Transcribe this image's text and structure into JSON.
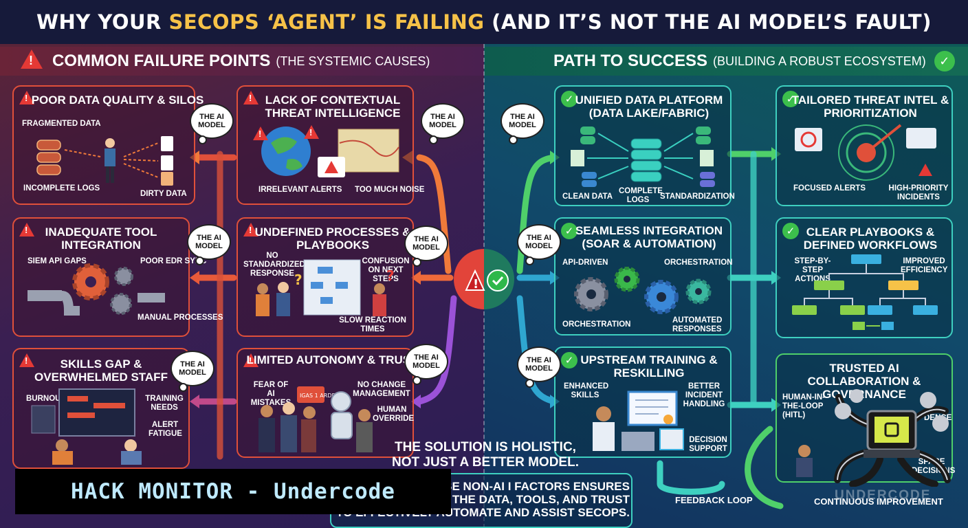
{
  "title": {
    "pre": "WHY YOUR ",
    "highlight": "SECOPS ‘AGENT’ IS FAILING",
    "post": " (AND IT’S NOT THE AI MODEL’S FAULT)"
  },
  "left_header": {
    "main": "COMMON FAILURE POINTS",
    "sub": "(THE SYSTEMIC CAUSES)"
  },
  "right_header": {
    "main": "PATH TO SUCCESS",
    "sub": "(BUILDING A ROBUST ECOSYSTEM)"
  },
  "bubble_text": "THE AI MODEL",
  "failures": [
    {
      "title": "POOR DATA QUALITY & SILOS",
      "labels": [
        "FRAGMENTED DATA",
        "INCOMPLETE LOGS",
        "DIRTY DATA"
      ]
    },
    {
      "title": "LACK OF CONTEXTUAL THREAT INTELLIGENCE",
      "labels": [
        "IRRELEVANT ALERTS",
        "TOO MUCH NOISE"
      ]
    },
    {
      "title": "INADEQUATE TOOL INTEGRATION",
      "labels": [
        "SIEM API GAPS",
        "POOR EDR SYNC",
        "MANUAL PROCESSES"
      ]
    },
    {
      "title": "UNDEFINED PROCESSES & PLAYBOOKS",
      "labels": [
        "NO STANDARDIZED RESPONSE",
        "CONFUSION ON NEXT STEPS",
        "SLOW REACTION TIMES"
      ]
    },
    {
      "title": "SKILLS GAP & OVERWHELMED STAFF",
      "labels": [
        "BURNOUT",
        "TRAINING NEEDS",
        "ALERT FATIGUE"
      ]
    },
    {
      "title": "LIMITED AUTONOMY & TRUST",
      "labels": [
        "FEAR OF AI MISTAKES",
        "NO CHANGE MANAGEMENT",
        "HUMAN OVERRIDE"
      ]
    }
  ],
  "successes": [
    {
      "title": "UNIFIED DATA PLATFORM (DATA LAKE/FABRIC)",
      "labels": [
        "CLEAN DATA",
        "COMPLETE LOGS",
        "STANDARDIZATION"
      ]
    },
    {
      "title": "TAILORED THREAT INTEL & PRIORITIZATION",
      "labels": [
        "FOCUSED ALERTS",
        "HIGH-PRIORITY INCIDENTS"
      ]
    },
    {
      "title": "SEAMLESS INTEGRATION (SOAR & AUTOMATION)",
      "labels": [
        "API-DRIVEN",
        "ORCHESTRATION",
        "ORCHESTRATION",
        "AUTOMATED RESPONSES"
      ]
    },
    {
      "title": "CLEAR PLAYBOOKS & DEFINED WORKFLOWS",
      "labels": [
        "STEP-BY-STEP ACTIONS",
        "IMPROVED EFFICIENCY"
      ]
    },
    {
      "title": "UPSTREAM TRAINING & RESKILLING",
      "labels": [
        "ENHANCED SKILLS",
        "BETTER INCIDENT HANDLING",
        "DECISION SUPPORT"
      ]
    },
    {
      "title": "TRUSTED AI COLLABORATION & GOVERNANCE",
      "labels": [
        "HUMAN-IN-THE-LOOP (HITL)",
        "DENCE",
        "SPARE DECISIONS"
      ]
    }
  ],
  "slogan": {
    "line1": "THE SOLUTION IS HOLISTIC,",
    "line2": "NOT JUST A BETTER MODEL."
  },
  "bottom_text": {
    "line1": "SE NON-AI I FACTORS ENSURES",
    "line2": "THE DATA, TOOLS, AND TRUST",
    "line3": "TO EFFECTIVELY AUTOMATE AND ASSIST SECOPS."
  },
  "feedback_loop": "FEEDBACK LOOP",
  "continuous": "CONTINUOUS IMPROVEMENT",
  "watermark": "HACK MONITOR - Undercode",
  "brand_mark": "UNDERCODE",
  "board_mini_text": "IGAS 1 ARDP",
  "colors": {
    "accent": "#f6c248",
    "danger": "#e53935",
    "success": "#3cbf4c",
    "teal": "#3ed0c0"
  }
}
